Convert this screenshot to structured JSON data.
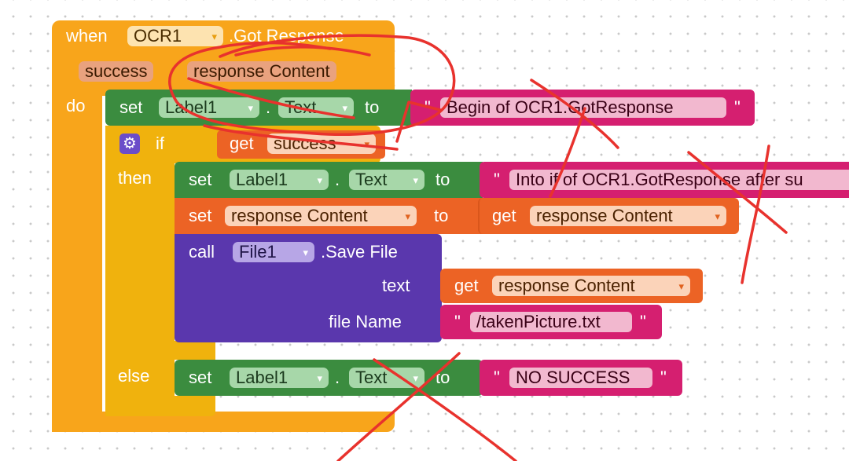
{
  "event": {
    "when_label": "when",
    "component": "OCR1",
    "event_name": ".Got Response",
    "params": [
      "success",
      "response Content"
    ],
    "do_label": "do"
  },
  "set1": {
    "set_label": "set",
    "component": "Label1",
    "dot": ".",
    "property": "Text",
    "to_label": "to",
    "value": "Begin of OCR1.GotResponse"
  },
  "if_block": {
    "if_label": "if",
    "then_label": "then",
    "else_label": "else",
    "condition_get": "get",
    "condition_var": "success"
  },
  "then_set_label": {
    "set_label": "set",
    "component": "Label1",
    "dot": ".",
    "property": "Text",
    "to_label": "to",
    "value": "Into if of OCR1.GotResponse after su"
  },
  "then_set_var": {
    "set_label": "set",
    "variable": "response Content",
    "to_label": "to",
    "get_label": "get",
    "get_var": "response Content"
  },
  "call_block": {
    "call_label": "call",
    "component": "File1",
    "method": ".Save File",
    "text_label": "text",
    "text_get": "get",
    "text_var": "response Content",
    "filename_label": "file Name",
    "filename_value": "/takenPicture.txt"
  },
  "else_set": {
    "set_label": "set",
    "component": "Label1",
    "dot": ".",
    "property": "Text",
    "to_label": "to",
    "value": "NO SUCCESS"
  },
  "symbols": {
    "dropdown_arrow": "▾",
    "quote": "\""
  },
  "colors": {
    "event": "#f8a51b",
    "control": "#f0b20d",
    "label_set": "#3b8c3f",
    "variable": "#ec6325",
    "call": "#5a37ad",
    "text": "#d51f70",
    "annotation": "#e8322d"
  }
}
